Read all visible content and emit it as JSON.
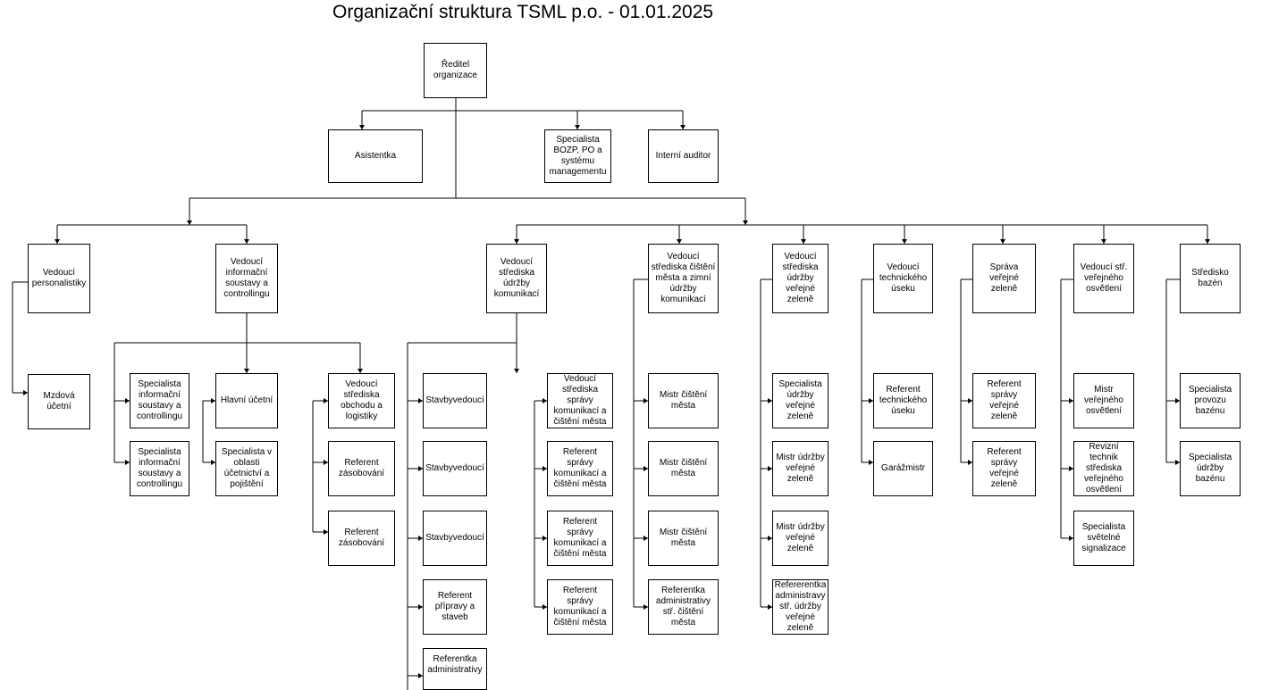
{
  "title": "Organizační struktura TSML p.o. - 01.01.2025",
  "nodes": {
    "reditel": "Ředitel\norganizace",
    "asistentka": "Asistentka",
    "bozp": "Specialista\nBOZP, PO a\nsystému\nmanagementu",
    "auditor": "Interní auditor",
    "personalistika": "Vedoucí\npersonalistiky",
    "mzdova": "Mzdová\núčetní",
    "vis": "Vedoucí\ninformační\nsoustavy a\ncontrollingu",
    "spec_is1": "Specialista\ninformační\nsoustavy a\ncontrollingu",
    "spec_is2": "Specialista\ninformační\nsoustavy a\ncontrollingu",
    "hlavni_ucetni": "Hlavní účetní",
    "spec_ucet": "Specialista v\noblasti\núčetnictví a\npojištění",
    "obchod": "Vedoucí\nstřediska\nobchodu a\nlogistiky",
    "ref_zas1": "Referent\nzásobování",
    "ref_zas2": "Referent\nzásobování",
    "komunikace": "Vedoucí\nstřediska\núdržby\nkomunikací",
    "stavby1": "Stavbyvedoucí",
    "stavby2": "Stavbyvedoucí",
    "stavby3": "Stavbyvedoucí",
    "ref_priprava": "Referent\npřípravy a\nstaveb",
    "ref_admin_kom": "Referentka\nadministrativy",
    "spravy_kom": "Vedoucí\nstřediska\nsprávy\nkomunikací a\nčištění města",
    "ref_spr1": "Referent\nsprávy\nkomunikací a\nčištění města",
    "ref_spr2": "Referent\nsprávy\nkomunikací a\nčištění města",
    "ref_spr3": "Referent\nsprávy\nkomunikací a\nčištění města",
    "cisteni": "Vedoucí\nstřediska čištění\nměsta a zimní\núdržby\nkomunikací",
    "mistr_c1": "Mistr čištění\nměsta",
    "mistr_c2": "Mistr čištění\nměsta",
    "mistr_c3": "Mistr čištění\nměsta",
    "ref_admin_c": "Referentka\nadministrativy\nstř. čištění\nměsta",
    "zelen": "Vedoucí\nstřediska\núdržby\nveřejné\nzeleně",
    "spec_zel": "Specialista\núdržby\nveřejné\nzeleně",
    "mistr_z1": "Mistr údržby\nveřejné\nzeleně",
    "mistr_z2": "Mistr údržby\nveřejné\nzeleně",
    "ref_admin_z": "Refererentka\nadministravy\nstř. údržby\nveřejné\nzeleně",
    "technicky": "Vedoucí\ntechnického\núseku",
    "ref_tech": "Referent\ntechnického\núseku",
    "garaz": "Garážmistr",
    "sprava_zel": "Správa\nveřejné zeleně",
    "ref_sz1": "Referent\nsprávy\nveřejné zeleně",
    "ref_sz2": "Referent\nsprávy\nveřejné zeleně",
    "osvetleni": "Vedoucí stř.\nveřejného\nosvětlení",
    "mistr_o": "Mistr\nveřejného\nosvětlení",
    "revizni": "Revizní\ntechnik\nstřediska\nveřejného\nosvětlení",
    "spec_sig": "Specialista\nsvětelné\nsignalizace",
    "bazen": "Středisko\nbazén",
    "spec_provoz": "Specialista\nprovozu\nbazénu",
    "spec_udrzba_b": "Specialista\núdržby\nbazénu"
  }
}
